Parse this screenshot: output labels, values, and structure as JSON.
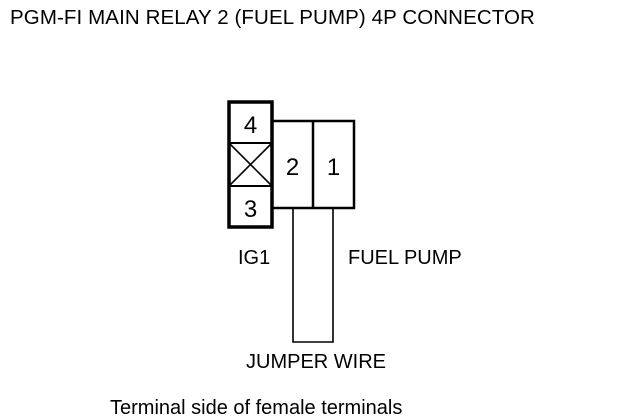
{
  "title": "PGM-FI MAIN RELAY 2 (FUEL PUMP) 4P CONNECTOR",
  "connector": {
    "pins": [
      {
        "number": "4"
      },
      {
        "number": "3"
      },
      {
        "number": "2"
      },
      {
        "number": "1"
      }
    ],
    "unused_cavity_icon": "x-box-icon"
  },
  "labels": {
    "pin2_wire": "IG1",
    "pin1_wire": "FUEL PUMP",
    "jumper": "JUMPER WIRE"
  },
  "caption": "Terminal side of female terminals",
  "colors": {
    "line": "#000000",
    "background": "#ffffff"
  }
}
